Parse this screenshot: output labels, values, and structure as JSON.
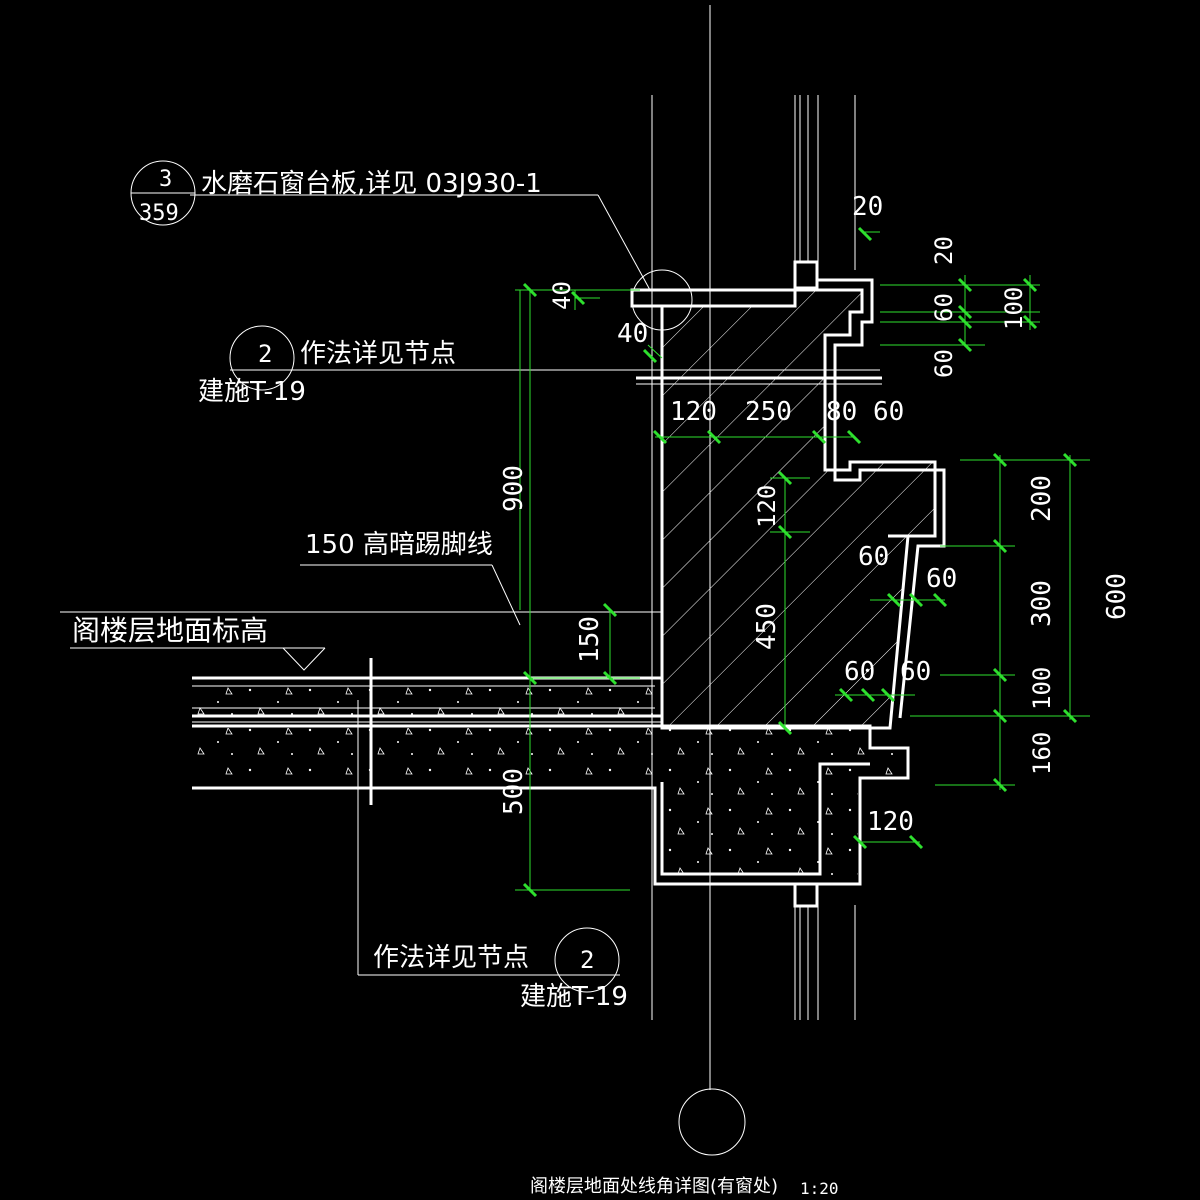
{
  "title": "阁楼层地面处线角详图(有窗处)",
  "scale": "1:20",
  "callout_top": {
    "circle_top": "3",
    "circle_bottom": "359",
    "text": "水磨石窗台板,详见 03J930-1"
  },
  "callout_mid": {
    "circle_num": "2",
    "text": "作法详见节点",
    "ref": "建施T-19"
  },
  "callout_bottom": {
    "circle_num": "2",
    "text": "作法详见节点",
    "ref": "建施T-19"
  },
  "label_baseboard": "150 高暗踢脚线",
  "label_floor": "阁楼层地面标高",
  "dimensions": {
    "d20_top": "20",
    "d20_right": "20",
    "d40_a": "40",
    "d40_b": "40",
    "d60_a": "60",
    "d100": "100",
    "d60_b": "60",
    "d120_a": "120",
    "d250": "250",
    "d80": "80",
    "d60_c": "60",
    "d900": "900",
    "d120_b": "120",
    "d450": "450",
    "d150": "150",
    "d200": "200",
    "d300": "300",
    "d600": "600",
    "d60_d": "60",
    "d60_e": "60",
    "d60_f": "60",
    "d60_g": "60",
    "d100_b": "100",
    "d160": "160",
    "d500": "500",
    "d120_c": "120"
  },
  "colors": {
    "background": "#000000",
    "lines": "#ffffff",
    "dimension": "#2ee02e"
  }
}
